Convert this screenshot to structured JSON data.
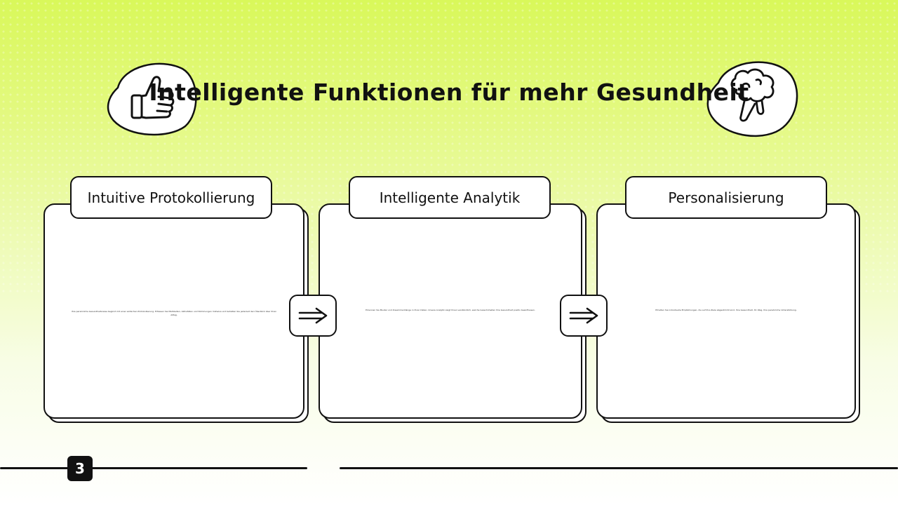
{
  "slide": {
    "title": "Intelligente Funktionen für mehr Gesundheit",
    "page_number": "3",
    "left_icon": "thumbs-up-icon",
    "right_icon": "broccoli-icon"
  },
  "cards": [
    {
      "tab": "Intuitive Protokollierung",
      "text": "Ihre persönliche Gesundheitsreise beginnt mit einer einfachen Protokollierung. Erfassen Sie Mahlzeiten, Aktivitäten und Stimmungen mühelos und behalten Sie jederzeit den Überblick über Ihren Alltag."
    },
    {
      "tab": "Intelligente Analytik",
      "text": "Erkennen Sie Muster und Zusammenhänge in Ihren Daten. Unsere Analytik zeigt Ihnen verständlich, welche Gewohnheiten Ihre Gesundheit positiv beeinflussen."
    },
    {
      "tab": "Personalisierung",
      "text": "Erhalten Sie individuelle Empfehlungen, die auf Ihre Ziele abgestimmt sind. Ihre Gesundheit, Ihr Weg, Ihre persönliche Unterstützung."
    }
  ],
  "colors": {
    "gradient_top": "#d9f85a",
    "gradient_bottom": "#ffffff",
    "ink": "#111111"
  }
}
